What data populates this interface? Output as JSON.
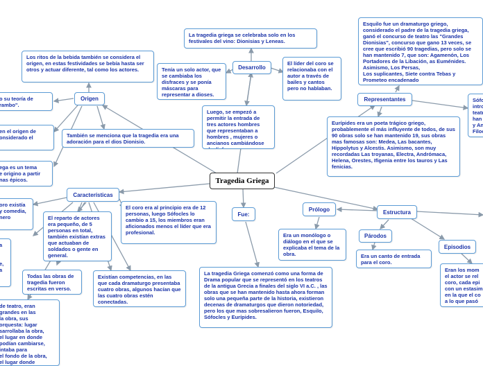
{
  "colors": {
    "border": "#5b9bd5",
    "text": "#1a33a8",
    "line": "#8a9aaa"
  },
  "root": "Tragedia Griega",
  "labels": {
    "desarrollo": "Desarrollo",
    "origen": "Origen",
    "representantes": "Representantes",
    "caracteristicas": "Características",
    "fue": "Fue:",
    "estructura": "Estructura",
    "prologo": "Prólogo",
    "parodos": "Párodos",
    "episodios": "Episodios"
  },
  "texts": {
    "festivales": "La tragedia griega se celebraba solo en los festivales del vino: Dionisias y Leneas.",
    "ritos": "Los ritos de la bebida también se considera el origen, en estas festividades se bebía hasta ser otros y actuar diferente, tal como los actores.",
    "teoria": "o su teoría de\nrambo\".",
    "unsolo": "Tenía un solo actor, que se cambiaba los disfraces y se ponía máscaras para representar a dioses.",
    "lider": "El líder del coro se relacionaba con el autor a través de bailes y cantos pero no hablaban.",
    "esquilo": "Esquilo fue un dramaturgo griego, considerado el padre de la tragedia griega, ganó el concurso de teatro las \"Grandes Dionisias\", concurso que gano 13 veces, se cree que escribió 90 tragedias, pero solo se han mantenido 7, que son: Agamenón, Los Portadores de la Libación, as Euménides. Asimismo, Los Persas,\nLos suplicantes, Siete contra Tebas y Prometeo encadenado",
    "sofocles": "Sófo\nintro\nteatr\nhan\ny An\nFiloc",
    "enorigen": "en el origen de\nonsiderado el",
    "luego": "Luego, se empezó a permitir la entrada de tres actores hombres que representaban a hombres , mujeres o ancianos cambiándose de disfraz.",
    "adoracion": "También se menciona que la tragedia era una adoración para el dios Dionisio.",
    "euripides": "Eurípides era un poeta trágico griego, probablemente el más influyente de todos, de sus 90 obras solo se han mantenido 19, sus obras mas famosas son: Medea, Las bacantes, Hippolytus y Alcestis. Asimismo, son muy recordadas Las troyanas, Electra, Andrómaca, Helena, Orestes, Ifigenia entre los tauros y Las fenicias.",
    "tema": "ega es un tema\ne origino a partir\nnas épicos.",
    "coro_existia": "oro existía\ny comedia,\nnero",
    "reparto": "El reparto de actores era pequeño, de 5 personas en total, también existían extras que actuaban de soldados o gente en general.",
    "coro_principio": "El coro era al principio era de 12 personas, luego Sófocles lo cambio a 15, los miembros eran aficionados menos el líder que era profesional.",
    "left_small": "a\n\n\ne,\na",
    "monologo": "Era un monólogo o diálogo en el que se explicaba el tema de la obra.",
    "canto": "Era un canto de entrada para el coro.",
    "todas": "Todas las obras de tragedia fueron escritas en verso.",
    "competencias": "Existían competencias, en las que cada dramaturgo presentaba cuatro obras, algunos hacían que las cuatro obras estén conectadas.",
    "comenzo": "La tragedia Griega comenzó como una forma de Drama popular que se representó en los teatros de la antigua Grecia a finales del siglo VI a.C. , las obras que se han mantenido hasta ahora forman solo una pequeña parte de la historia, existieron decenas de dramaturgos que dieron notoriedad, pero los que mas sobresalieron fueron, Esquilo, Sófocles y Eurípides.",
    "momentos": "Eran los mom\nel actor se rel\ncoro, cada epi\ncon un estasim\nen la que el co\na lo que pasó",
    "teatro": "de teatro, eran\ngrandes en las\nla obra, sus\norquesta: lugar\nsarrollaba la obra,\nel lugar en donde\npodían cambiarse,\nintaba para\nel fondo de la obra,\nel lugar donde"
  }
}
